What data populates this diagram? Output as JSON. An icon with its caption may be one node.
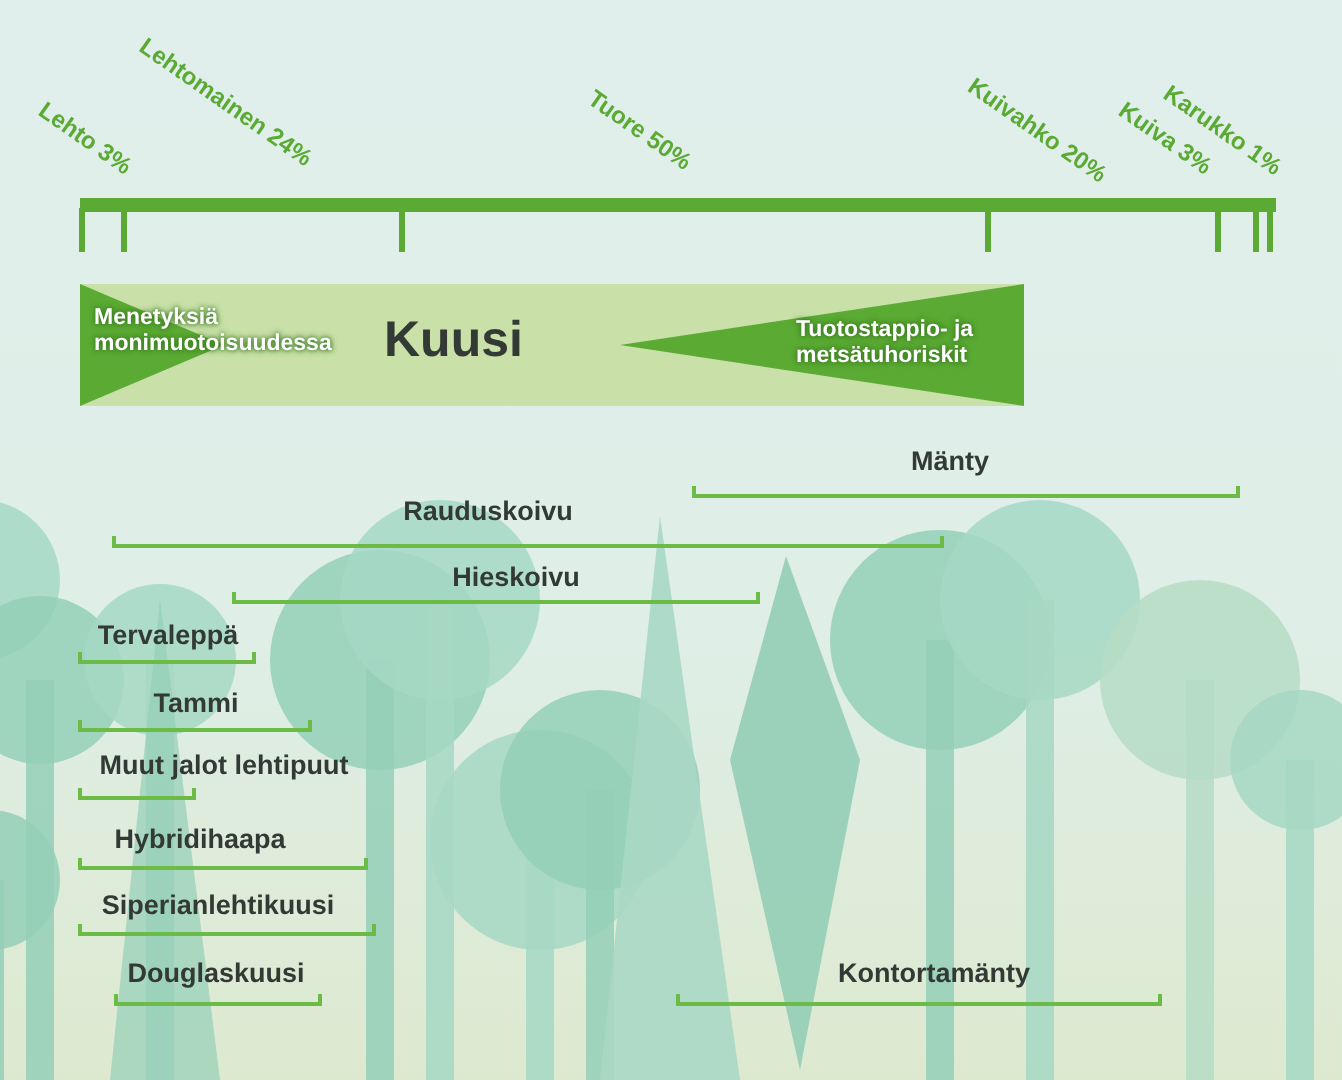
{
  "diagram": {
    "nodes": [
      {
        "text": [
          "Kuusi"
        ]
      },
      {
        "text": [
          "Menetyksiä monimuotoisuudessa"
        ],
        "in": 0
      },
      {
        "text": [
          "Tuotostappio- ja metsätuhoriskit"
        ],
        "in": 0
      }
    ],
    "labels": [
      "Lehto 3%",
      "Lehtomainen 24%",
      "Tuore 50%",
      "Kuivahko 20%",
      "Kuiva 3%",
      "Karukko 1%",
      "Mänty",
      "Rauduskoivu",
      "Hieskoivu",
      "Tervaleppä",
      "Tammi",
      "Muut jalot lehtipuut",
      "Hybridihaapa",
      "Siperianlehtikuusi",
      "Douglaskuusi",
      "Kontortamänty"
    ]
  }
}
